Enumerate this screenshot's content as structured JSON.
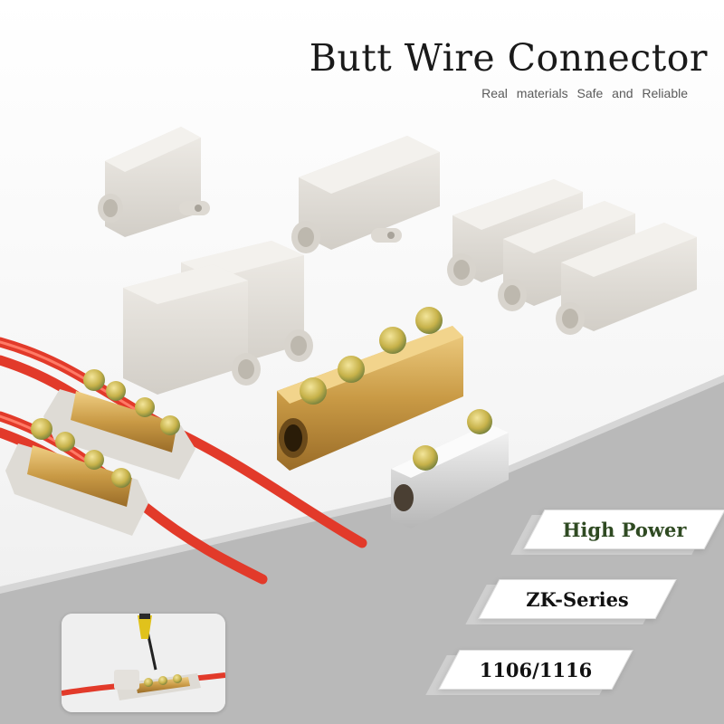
{
  "header": {
    "title": "Butt Wire Connector",
    "subtitle": "Real materials   Safe and Reliable"
  },
  "badges": [
    {
      "label": "High Power",
      "color": "#2f4a22"
    },
    {
      "label": "ZK-Series",
      "color": "#111111"
    },
    {
      "label": "1106/1116",
      "color": "#111111"
    }
  ],
  "colors": {
    "band_gray": "#b9b9b9",
    "housing": "#e4e1dc",
    "brass": "#c9a050",
    "nickel": "#dcdcdc",
    "wire_red": "#e23a2a"
  }
}
